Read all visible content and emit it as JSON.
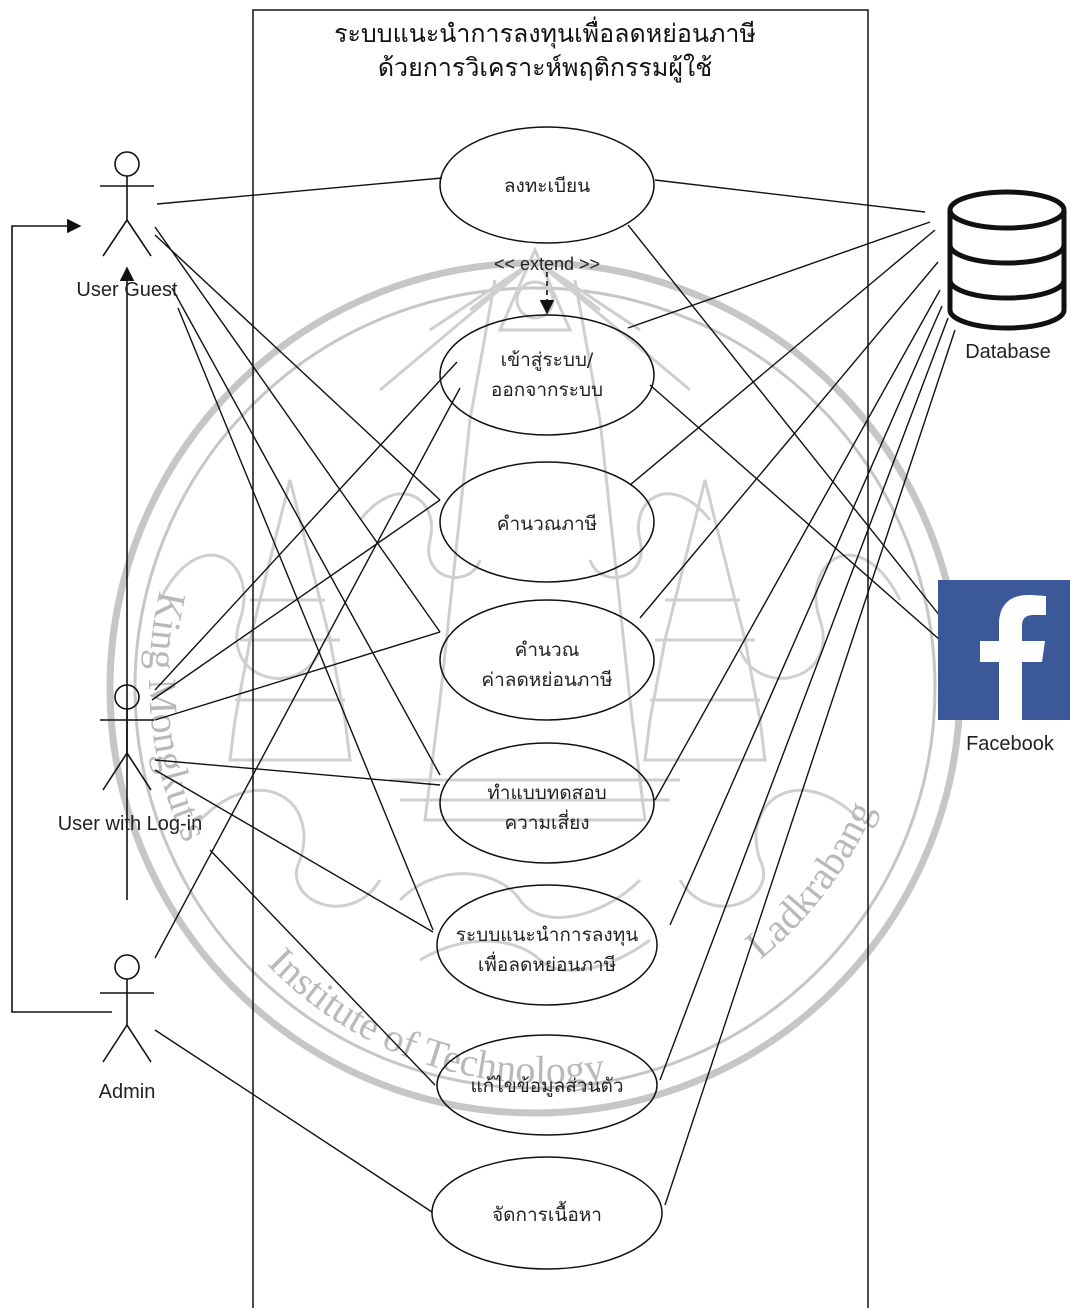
{
  "system": {
    "title_line1": "ระบบแนะนำการลงทุนเพื่อลดหย่อนภาษี",
    "title_line2": "ด้วยการวิเคราะห์พฤติกรรมผู้ใช้"
  },
  "actors": {
    "guest": "User Guest",
    "login_user": "User with Log-in",
    "admin": "Admin"
  },
  "use_cases": {
    "register": "ลงทะเบียน",
    "login_line1": "เข้าสู่ระบบ/",
    "login_line2": "ออกจากระบบ",
    "calc_tax": "คำนวณภาษี",
    "calc_deduction_line1": "คำนวณ",
    "calc_deduction_line2": "ค่าลดหย่อนภาษี",
    "risk_test_line1": "ทำแบบทดสอบ",
    "risk_test_line2": "ความเสี่ยง",
    "recommend_line1": "ระบบแนะนำการลงทุน",
    "recommend_line2": "เพื่อลดหย่อนภาษี",
    "edit_profile": "แก้ไขข้อมูลส่วนตัว",
    "manage_content": "จัดการเนื้อหา"
  },
  "relations": {
    "extend_label": "<< extend >>"
  },
  "external": {
    "database": "Database",
    "facebook": "Facebook"
  },
  "watermark": {
    "left_arc": "King Mongkut's",
    "bottom_arc": "Institute of Technology",
    "right_arc": "Ladkrabang"
  },
  "colors": {
    "facebook_blue": "#3b5998",
    "line": "#111111",
    "watermark_gray": "#c6c6c6"
  }
}
